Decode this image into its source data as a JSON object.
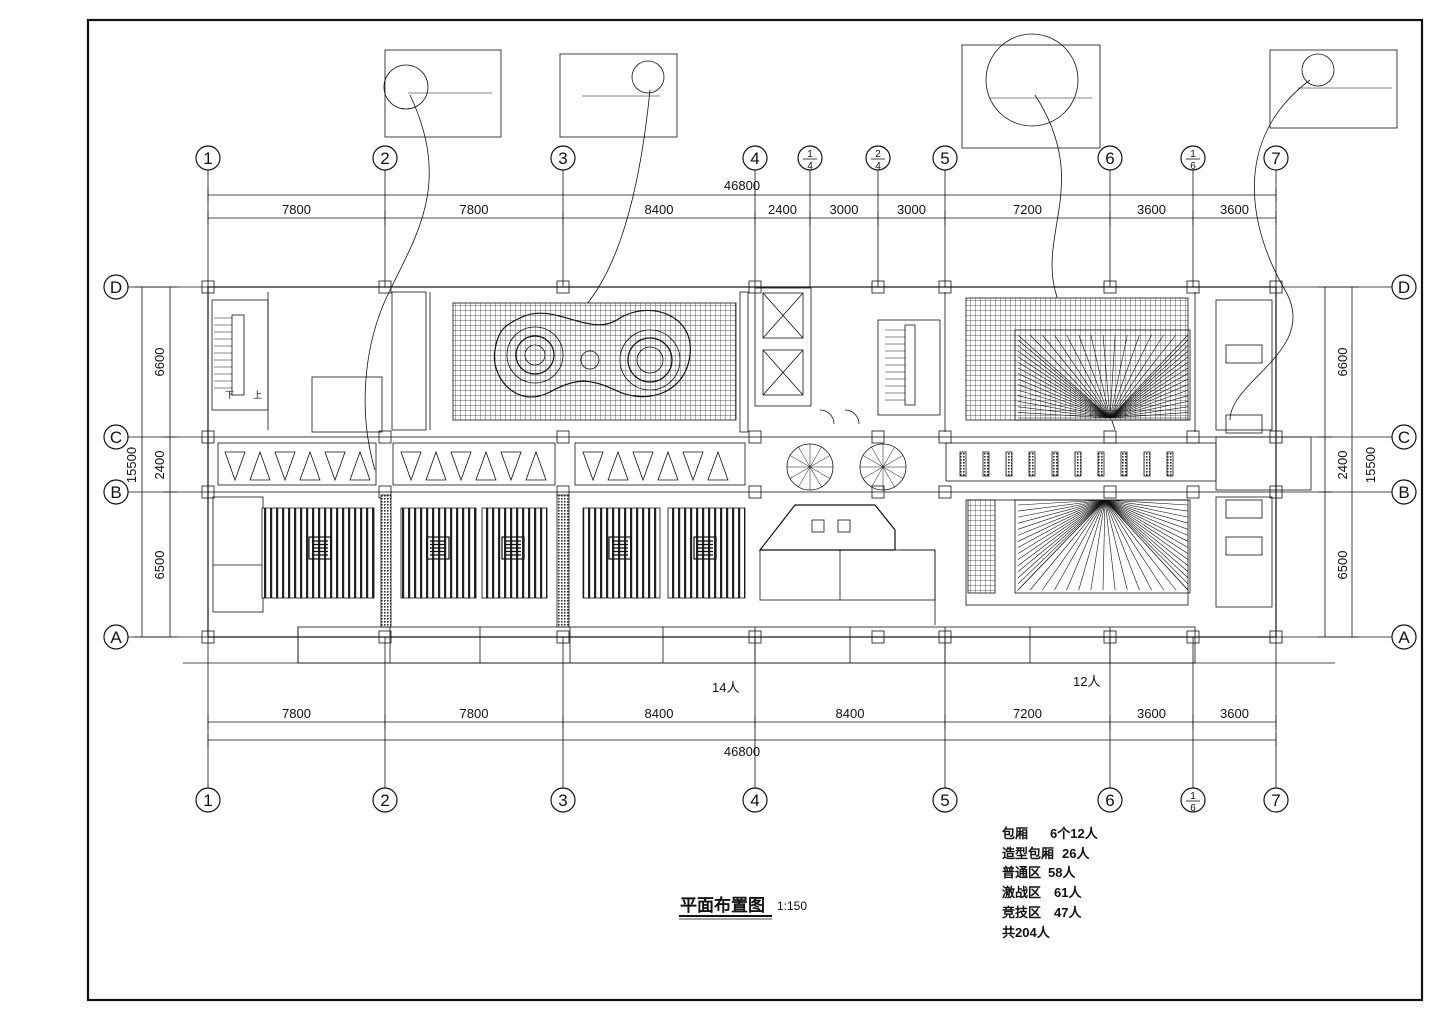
{
  "drawing": {
    "title": "平面布置图",
    "scale": "1:150",
    "top_total": "46800",
    "bottom_total": "46800",
    "top_dims": [
      "7800",
      "7800",
      "8400",
      "2400",
      "3000",
      "3000",
      "7200",
      "3600",
      "3600"
    ],
    "bottom_dims": [
      "7800",
      "7800",
      "8400",
      "8400",
      "7200",
      "3600",
      "3600"
    ],
    "left_dims_outer": [
      "6600",
      "2400",
      "6500"
    ],
    "left_total": "15500",
    "right_dims_outer": [
      "6600",
      "2400",
      "6500"
    ],
    "right_total": "15500",
    "top_axes": [
      {
        "label": "1",
        "type": "circle"
      },
      {
        "label": "2",
        "type": "circle"
      },
      {
        "label": "3",
        "type": "circle"
      },
      {
        "label": "4",
        "type": "circle"
      },
      {
        "label": "1/4",
        "type": "fraction",
        "num": "1",
        "den": "4"
      },
      {
        "label": "2/4",
        "type": "fraction",
        "num": "2",
        "den": "4"
      },
      {
        "label": "5",
        "type": "circle"
      },
      {
        "label": "6",
        "type": "circle"
      },
      {
        "label": "1/6",
        "type": "fraction",
        "num": "1",
        "den": "6"
      },
      {
        "label": "7",
        "type": "circle"
      }
    ],
    "bottom_axes": [
      {
        "label": "1",
        "type": "circle"
      },
      {
        "label": "2",
        "type": "circle"
      },
      {
        "label": "3",
        "type": "circle"
      },
      {
        "label": "4",
        "type": "circle"
      },
      {
        "label": "5",
        "type": "circle"
      },
      {
        "label": "6",
        "type": "circle"
      },
      {
        "label": "1/6",
        "type": "fraction",
        "num": "1",
        "den": "6"
      },
      {
        "label": "7",
        "type": "circle"
      }
    ],
    "row_axes": [
      "D",
      "C",
      "B",
      "A"
    ],
    "capacity_left": "14人",
    "capacity_right": "12人",
    "legend": [
      {
        "name": "包厢",
        "value": "6个12人"
      },
      {
        "name": "造型包厢",
        "value": "26人"
      },
      {
        "name": "普通区",
        "value": "58人"
      },
      {
        "name": "激战区",
        "value": "61人"
      },
      {
        "name": "竞技区",
        "value": "47人"
      },
      {
        "name": "共204人",
        "value": ""
      }
    ],
    "stair_labels": [
      "下",
      "上"
    ]
  }
}
